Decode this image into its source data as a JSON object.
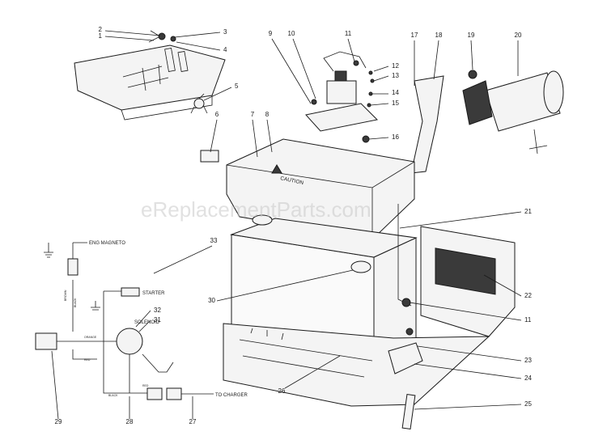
{
  "watermark": "eReplacementParts.com",
  "callouts": [
    "1",
    "2",
    "3",
    "4",
    "5",
    "6",
    "7",
    "8",
    "9",
    "10",
    "11",
    "12",
    "13",
    "14",
    "15",
    "16",
    "17",
    "18",
    "19",
    "20",
    "21",
    "11",
    "22",
    "23",
    "24",
    "25",
    "26",
    "27",
    "28",
    "29",
    "30",
    "31",
    "32",
    "33"
  ],
  "caution_label": "CAUTION",
  "wiring": {
    "eng_magneto": "ENG MAGNETO",
    "starter": "STARTER",
    "solenoid": "SOLENOID",
    "to_charger": "TO CHARGER",
    "wire_brown": "BROWN",
    "wire_black_top": "BLACK",
    "wire_orange": "ORANGE",
    "wire_red": "RED",
    "wire_black_bottom": "BLACK",
    "wire_red_bottom": "RED"
  },
  "colors": {
    "ink": "#1a1a1a",
    "paper": "#ffffff",
    "watermark": "#c8c8c8"
  }
}
